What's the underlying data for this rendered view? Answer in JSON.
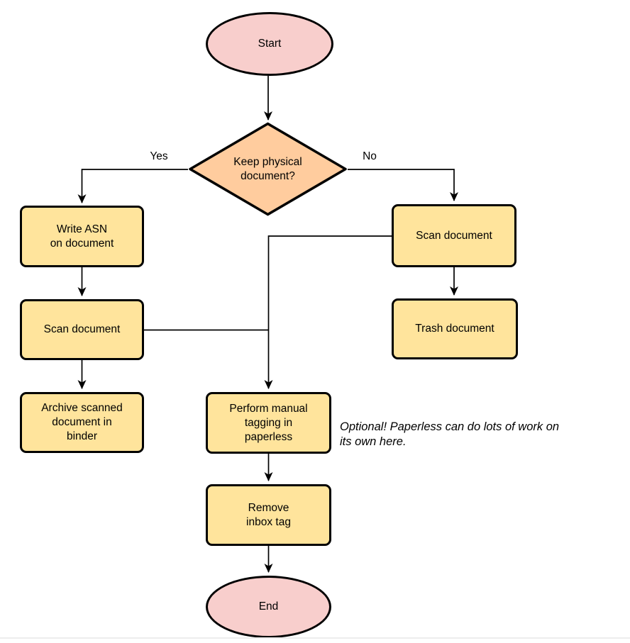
{
  "diagram": {
    "colors": {
      "terminal_fill": "#F8CECC",
      "decision_fill": "#FFCC9E",
      "process_fill": "#FFE49C",
      "stroke": "#000000",
      "hairline": "#ededed"
    },
    "nodes": {
      "start": {
        "label": "Start"
      },
      "decision": {
        "label": "Keep physical\ndocument?"
      },
      "write_asn": {
        "label": "Write ASN\non document"
      },
      "scan_left": {
        "label": "Scan document"
      },
      "archive": {
        "label": "Archive scanned\ndocument in\nbinder"
      },
      "scan_right": {
        "label": "Scan document"
      },
      "trash": {
        "label": "Trash document"
      },
      "tagging": {
        "label": "Perform manual\ntagging in\npaperless"
      },
      "remove_inbox": {
        "label": "Remove\ninbox tag"
      },
      "end": {
        "label": "End"
      }
    },
    "edge_labels": {
      "yes": "Yes",
      "no": "No"
    },
    "annotation": "Optional! Paperless can do lots of work on\nits own here."
  }
}
